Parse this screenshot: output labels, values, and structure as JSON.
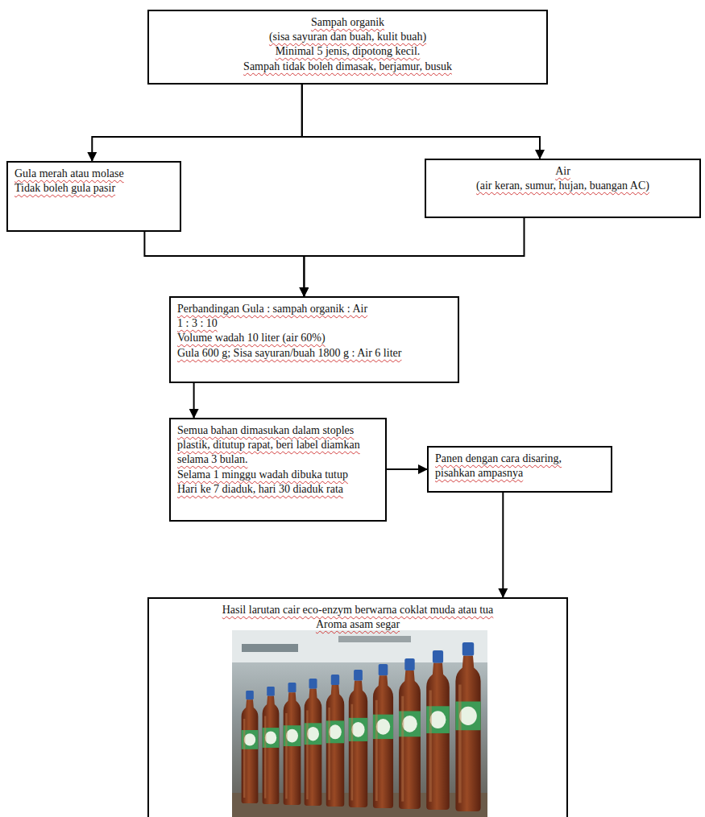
{
  "diagram": {
    "nodes": [
      {
        "text": [
          "Sampah organik",
          "(sisa sayuran dan buah, kulit buah)",
          "Minimal 5 jenis, dipotong kecil.",
          "Sampah tidak boleh dimasak, berjamur, busuk"
        ]
      },
      {
        "text": [
          "Gula merah atau molase",
          "Tidak boleh gula pasir"
        ]
      },
      {
        "text": [
          "Air",
          "(air keran, sumur, hujan, buangan AC)"
        ]
      },
      {
        "text": [
          "Perbandingan Gula : sampah organik : Air",
          "1 : 3 : 10",
          "Volume wadah 10 liter (air 60%)",
          "Gula 600 g; Sisa sayuran/buah 1800 g : Air 6 liter"
        ]
      },
      {
        "text": [
          "Semua bahan dimasukan dalam stoples plastik, ditutup rapat, beri label diamkan selama 3 bulan.",
          "Selama 1 minggu wadah dibuka tutup",
          "Hari ke 7 diaduk, hari 30 diaduk rata"
        ]
      },
      {
        "text": [
          "Panen dengan cara disaring, pisahkan ampasnya"
        ]
      },
      {
        "text": [
          "Hasil larutan cair eco-enzym berwarna coklat muda atau tua",
          "Aroma asam segar"
        ]
      }
    ],
    "edges": [
      {
        "from": 0,
        "to": 1,
        "arrow": "to"
      },
      {
        "from": 0,
        "to": 2,
        "arrow": "to"
      },
      {
        "from": 1,
        "to": 3,
        "arrow": "to"
      },
      {
        "from": 2,
        "to": 3,
        "arrow": "to"
      },
      {
        "from": 3,
        "to": 4,
        "arrow": "to"
      },
      {
        "from": 4,
        "to": 5,
        "arrow": "to"
      },
      {
        "from": 5,
        "to": 6,
        "arrow": "to"
      }
    ]
  }
}
